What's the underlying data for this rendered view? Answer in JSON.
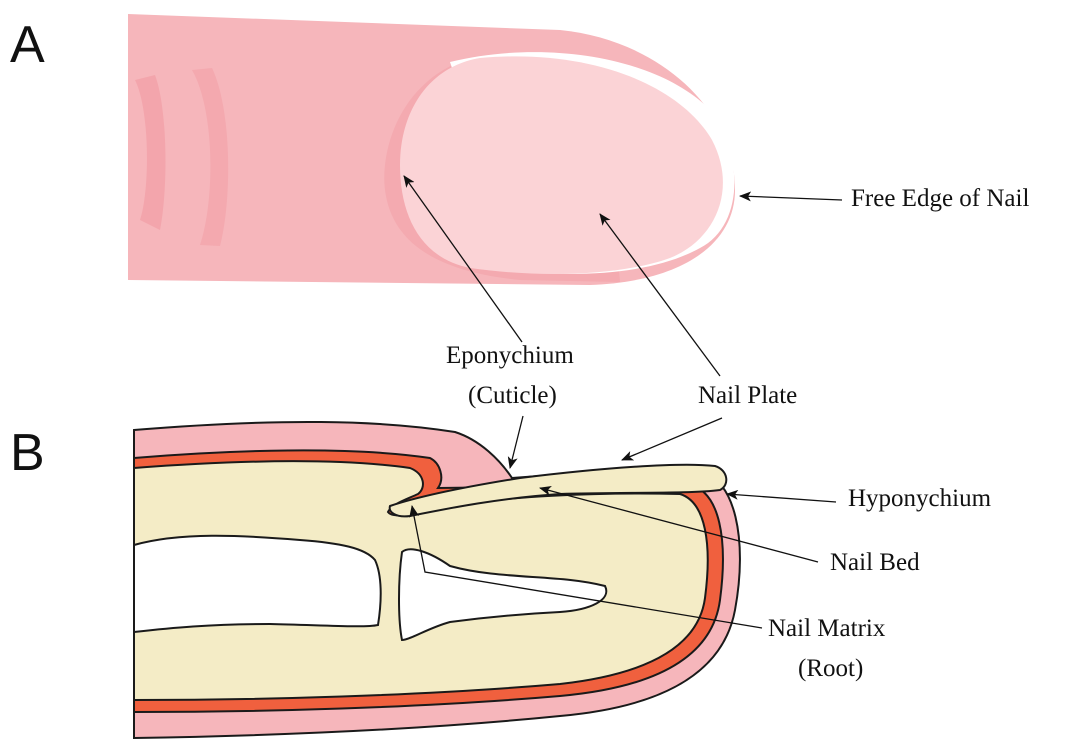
{
  "panels": {
    "a": "A",
    "b": "B"
  },
  "labels": {
    "free_edge": "Free Edge of Nail",
    "eponychium_line1": "Eponychium",
    "eponychium_line2": "(Cuticle)",
    "nail_plate": "Nail Plate",
    "hyponychium": "Hyponychium",
    "nail_bed": "Nail Bed",
    "nail_matrix_line1": "Nail Matrix",
    "nail_matrix_line2": "(Root)"
  },
  "colors": {
    "skin": "#f6b6bb",
    "nail_plate": "#fbd3d6",
    "nail_rim": "#ffffff",
    "tissue_red": "#f0603e",
    "soft_tissue": "#f4ecc6",
    "bone": "#ffffff",
    "outline": "#1a1a1a"
  }
}
